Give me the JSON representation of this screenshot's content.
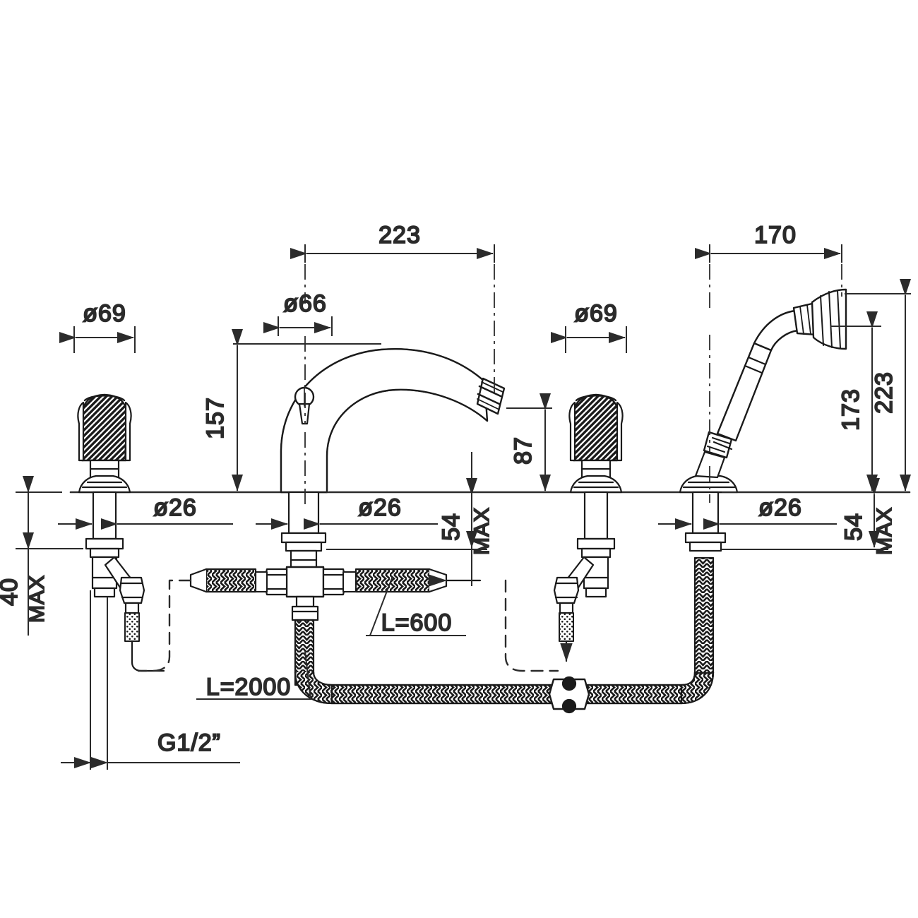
{
  "drawing": {
    "title": "Deck-mounted 4-hole bath mixer with handshower - dimensioned technical drawing",
    "units": "mm",
    "line_color": "#1a1a1a",
    "dim_color": "#2b2b2b"
  },
  "dimensions": {
    "spout_reach": "223",
    "spout_flange_dia": "ø66",
    "spout_height": "157",
    "handle_dia_left": "ø69",
    "handle_dia_right": "ø69",
    "shank_dia_left": "ø26",
    "shank_dia_center": "ø26",
    "shank_dia_right": "ø26",
    "handshower_reach": "170",
    "handshower_height_173": "173",
    "handshower_height_223": "223",
    "handle_height_87": "87",
    "deck_thickness_left": "40",
    "deck_thickness_left_note": "MAX",
    "deck_thickness_center": "54",
    "deck_thickness_center_note": "MAX",
    "deck_thickness_right": "54",
    "deck_thickness_right_note": "MAX",
    "hose_short": "L=600",
    "hose_long": "L=2000",
    "thread": "G1/2”"
  }
}
